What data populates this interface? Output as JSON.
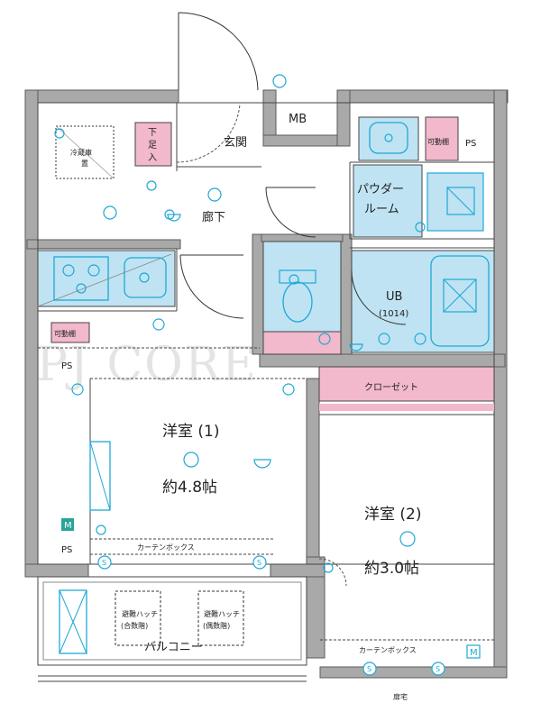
{
  "rooms": {
    "room1_name": "洋室 (1)",
    "room1_size": "約4.8帖",
    "room2_name": "洋室 (2)",
    "room2_size": "約3.0帖",
    "entrance": "玄関",
    "hallway": "廊下",
    "powder_room_line1": "パウダー",
    "powder_room_line2": "ルーム",
    "unit_bath": "UB",
    "unit_bath_size": "(1014)",
    "closet": "クローゼット",
    "balcony": "バルコニー",
    "mb": "MB"
  },
  "labels": {
    "ps_top_right": "PS",
    "ps_left_upper": "PS",
    "ps_left_lower": "PS",
    "curtain_box_1": "カーテンボックス",
    "curtain_box_2": "カーテンボックス",
    "getabako_line1": "下",
    "getabako_line2": "足",
    "getabako_line3": "入",
    "fridge_line1": "冷蔵庫",
    "fridge_line2": "置",
    "kadoudana_top": "可動棚",
    "kadoudana_left": "可動棚",
    "hatch1_line1": "避難ハッチ",
    "hatch1_line2": "(合数階)",
    "hatch2_line1": "避難ハッチ",
    "hatch2_line2": "(偶数階)",
    "bottom_mark": "扉宅",
    "m_badge_1": "M",
    "m_badge_2": "M",
    "sleeve_s": "S",
    "watermark": "PJ CORE"
  },
  "colors": {
    "wall": "#a9a9a9",
    "wall_edge": "#5a5a5a",
    "wet_area": "#bfe3f2",
    "storage_pink": "#f2b8cb",
    "equipment_cyan": "#1fa8d6",
    "badge_teal": "#2aa39a"
  }
}
